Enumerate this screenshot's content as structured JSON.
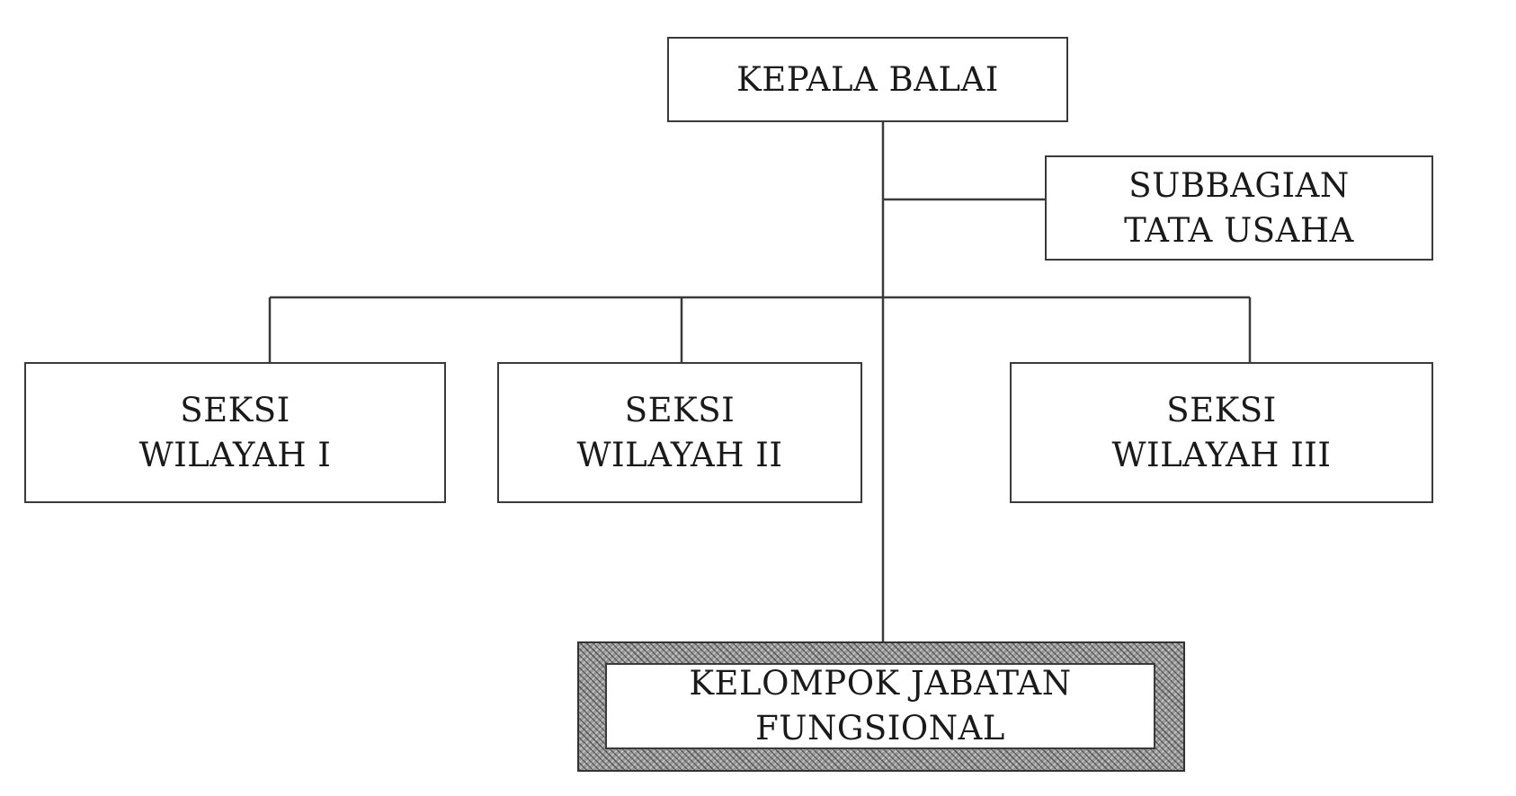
{
  "org_chart": {
    "head": {
      "lines": [
        "KEPALA BALAI"
      ]
    },
    "staff_unit": {
      "lines": [
        "SUBBAGIAN",
        "TATA USAHA"
      ]
    },
    "sections": [
      {
        "lines": [
          "SEKSI",
          "WILAYAH I"
        ]
      },
      {
        "lines": [
          "SEKSI",
          "WILAYAH II"
        ]
      },
      {
        "lines": [
          "SEKSI",
          "WILAYAH III"
        ]
      }
    ],
    "functional_group": {
      "lines": [
        "KELOMPOK JABATAN",
        "FUNGSIONAL"
      ]
    }
  },
  "colors": {
    "line": "#3a3a3a",
    "box_border": "#3a3a3a",
    "hatch_fill": "#9a9a9a"
  }
}
